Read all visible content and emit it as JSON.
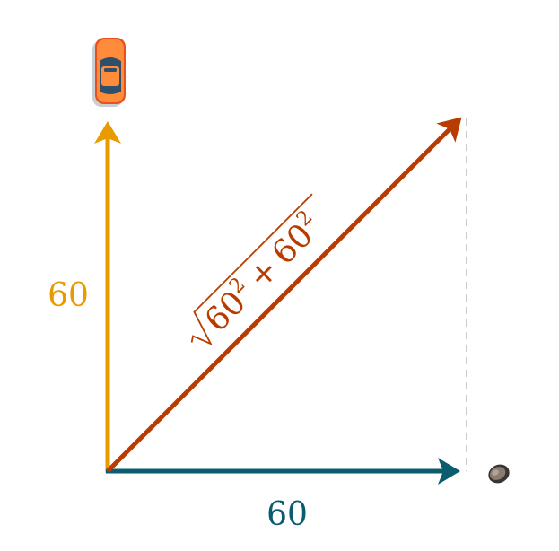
{
  "vertical": {
    "label": "60",
    "color": "#E89B00"
  },
  "horizontal": {
    "label": "60",
    "color": "#0B5C6E"
  },
  "diagonal": {
    "label_base": "60",
    "label_exp": "2",
    "label_op": "+",
    "color": "#B83C00"
  },
  "icons": {
    "top": "car-icon",
    "right": "rock-icon"
  },
  "guide_color": "#BBBBBB"
}
